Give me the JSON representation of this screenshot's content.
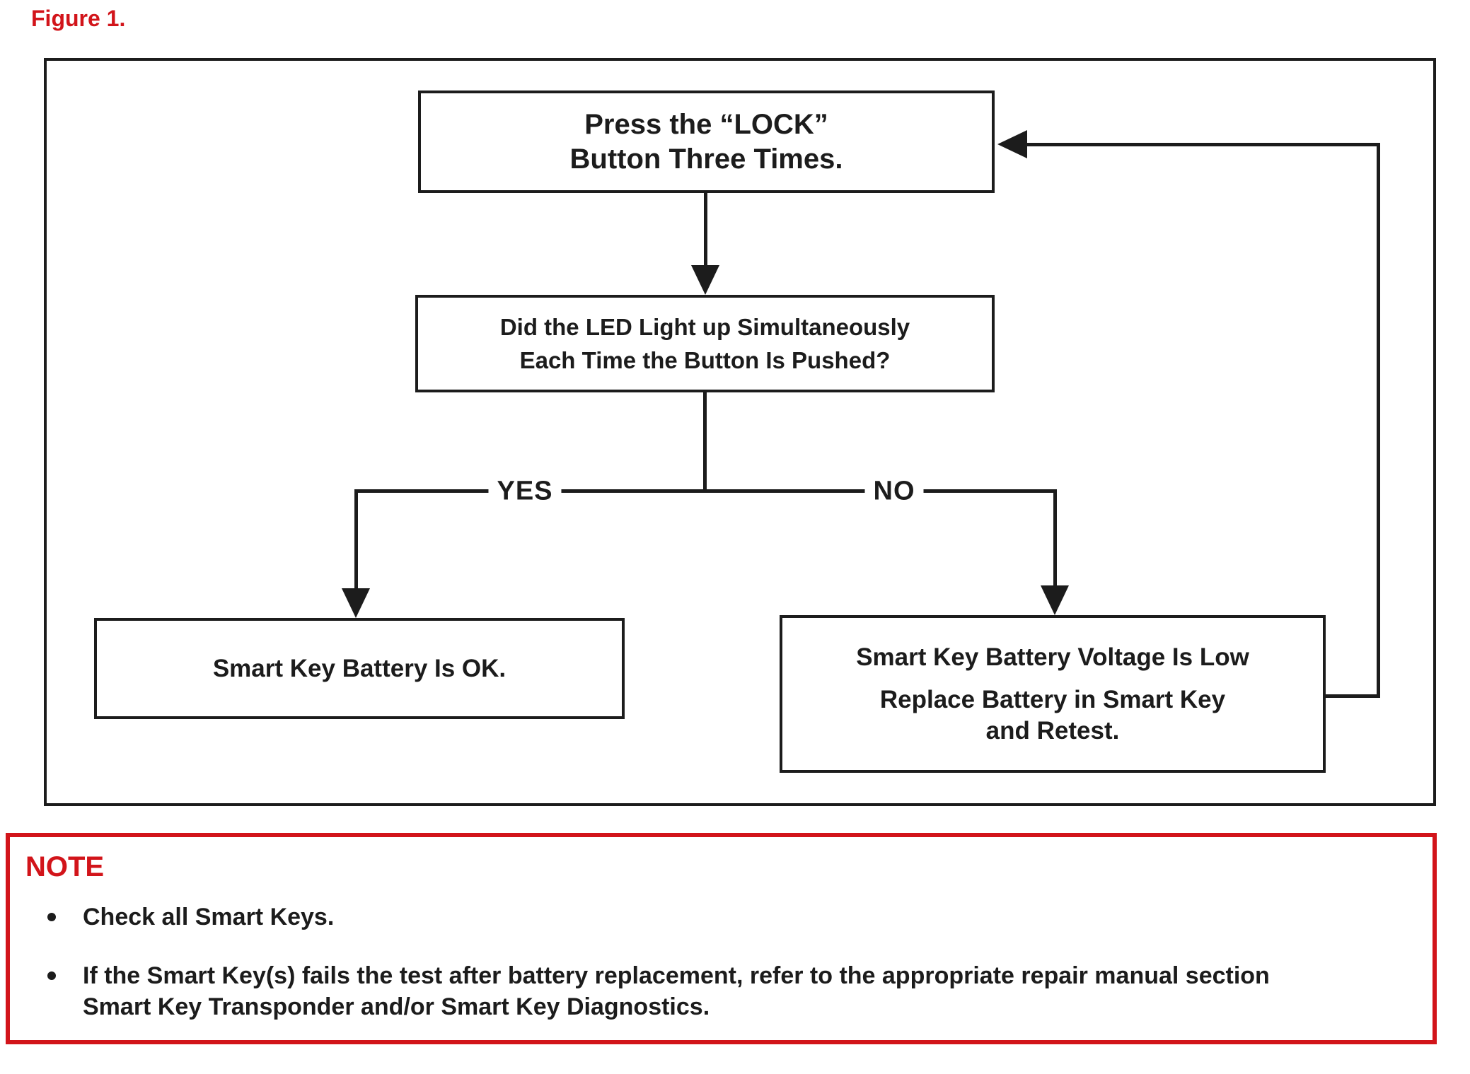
{
  "figure": {
    "label": "Figure 1."
  },
  "flowchart": {
    "press_lock": {
      "line1": "Press the “LOCK”",
      "line2": "Button Three Times."
    },
    "led_question": {
      "line1": "Did the LED Light up Simultaneously",
      "line2": "Each Time the Button Is Pushed?"
    },
    "branch_yes": "YES",
    "branch_no": "NO",
    "battery_ok": {
      "line1": "Smart Key Battery Is OK."
    },
    "battery_low": {
      "line1": "Smart Key Battery Voltage Is Low",
      "line2": "Replace Battery in Smart Key",
      "line3": "and Retest."
    }
  },
  "note": {
    "heading": "NOTE",
    "bullets": [
      "Check all Smart Keys.",
      "If the Smart Key(s) fails the test after battery replacement, refer to the appropriate repair manual section Smart Key Transponder and/or Smart Key Diagnostics."
    ]
  },
  "colors": {
    "accent_red": "#d2141a",
    "diagram_black": "#1c1c1c"
  }
}
